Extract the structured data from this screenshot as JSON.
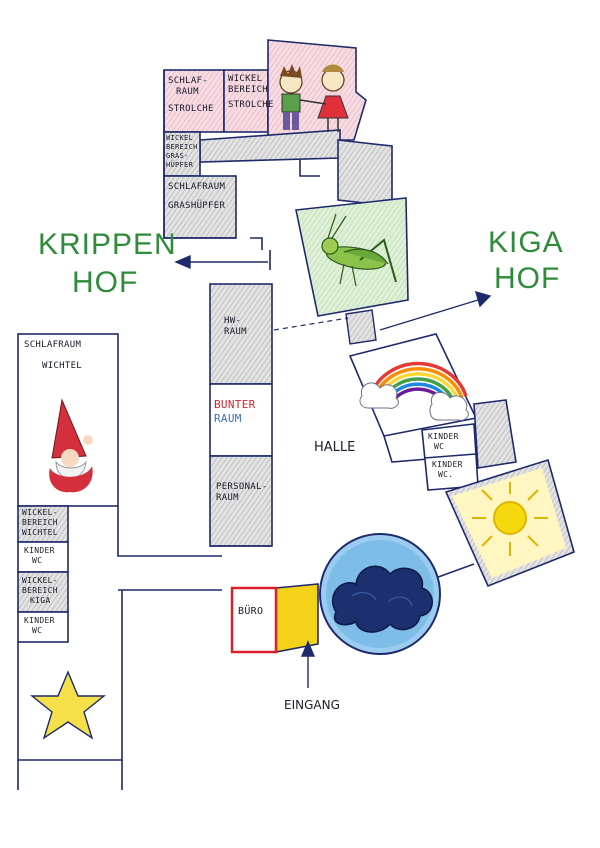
{
  "courtyards": {
    "krippen_hof": [
      "KRIPPEN",
      "HOF"
    ],
    "kiga_hof": [
      "KIGA",
      "HOF"
    ]
  },
  "rooms": {
    "schlafraum_strolche": [
      "SCHLAF-",
      "RAUM",
      "STROLCHE"
    ],
    "wickelbereich_strolche": [
      "WICKEL",
      "BEREICH",
      "STROLCHE"
    ],
    "wickelbereich_grashuepfer": [
      "WICKEL",
      "BEREICH",
      "GRAS-",
      "HÜPFER"
    ],
    "schlafraum_grashuepfer": [
      "SCHLAFRAUM",
      "GRASHÜPFER"
    ],
    "hw_raum": [
      "HW-",
      "RAUM"
    ],
    "bunter_raum": [
      "BUNTER",
      "RAUM"
    ],
    "personalraum": [
      "PERSONAL-",
      "RAUM"
    ],
    "schlafraum_wichtel": [
      "SCHLAFRAUM",
      "WICHTEL"
    ],
    "wickelbereich_wichtel": [
      "WICKEL-",
      "BEREICH",
      "WICHTEL"
    ],
    "kinder_wc_1": [
      "KINDER",
      "WC"
    ],
    "wickelbereich_kiga": [
      "WICKEL-",
      "BEREICH",
      "KIGA"
    ],
    "kinder_wc_2": [
      "KINDER",
      "WC"
    ],
    "kinder_wc_3": [
      "KINDER",
      "WC"
    ],
    "kinder_wc_4": [
      "KINDER",
      "WC."
    ],
    "halle": "HALLE",
    "buero": "BÜRO",
    "eingang": "EINGANG"
  },
  "colors": {
    "outline": "#1f2a6b",
    "green_text": "#2e8b3a",
    "pink": "#f3c9d2",
    "grey_fill": "#cfcfcf",
    "green_fill": "#cfe9c8",
    "yellow_fill": "#fff6c2",
    "buero_red": "#d8202a",
    "entrance_yellow": "#f4d21a",
    "circle_blue": "#6fb3e6",
    "cloud_navy": "#1c2f6e"
  },
  "icons": [
    "children-drawing",
    "grasshopper-drawing",
    "rainbow-drawing",
    "gnome-drawing",
    "sun-drawing",
    "star-drawing",
    "cloud-drawing"
  ]
}
